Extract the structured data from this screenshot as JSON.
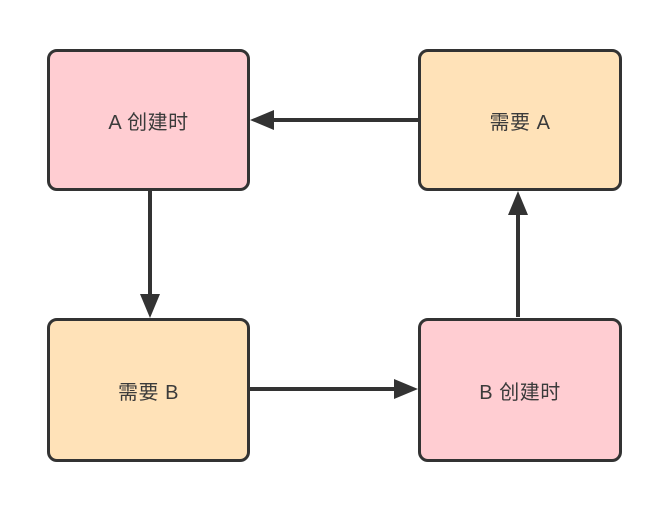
{
  "diagram": {
    "nodes": [
      {
        "id": "a-created",
        "label": "A 创建时",
        "fill": "pink"
      },
      {
        "id": "needs-a",
        "label": "需要 A",
        "fill": "orange"
      },
      {
        "id": "needs-b",
        "label": "需要 B",
        "fill": "orange"
      },
      {
        "id": "b-created",
        "label": "B 创建时",
        "fill": "pink"
      }
    ],
    "edges": [
      {
        "from": "needs-a",
        "to": "a-created",
        "direction": "left"
      },
      {
        "from": "a-created",
        "to": "needs-b",
        "direction": "down"
      },
      {
        "from": "needs-b",
        "to": "b-created",
        "direction": "right"
      },
      {
        "from": "b-created",
        "to": "needs-a",
        "direction": "up"
      }
    ]
  },
  "colors": {
    "node_pink": "#FFCDD2",
    "node_orange": "#FFE2B8",
    "stroke": "#333333",
    "text": "#3B3B3B",
    "canvas_background": "#FFFFFF"
  }
}
